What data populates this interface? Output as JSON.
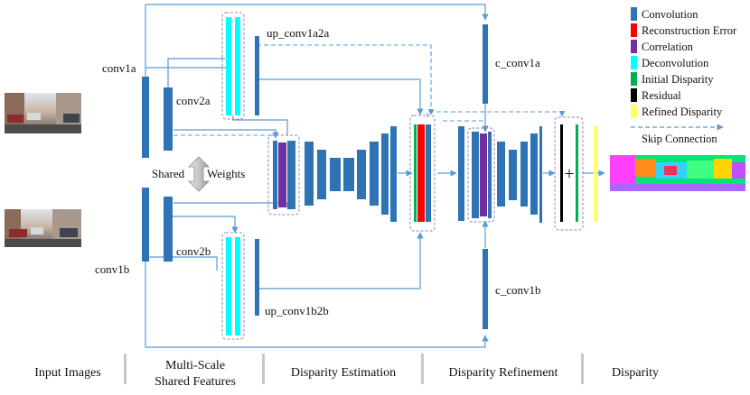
{
  "colors": {
    "convolution": "#2e74b5",
    "reconstruction_error": "#ff0000",
    "correlation": "#7030a0",
    "deconvolution": "#00ffff",
    "initial_disparity": "#00b050",
    "residual": "#000000",
    "refined_disparity": "#ffff66",
    "arrow": "#5b9bd5",
    "dashed_box": "#9a7fc0"
  },
  "labels": {
    "conv1a": "conv1a",
    "conv2a": "conv2a",
    "conv1b": "conv1b",
    "conv2b": "conv2b",
    "up_conv1a2a": "up_conv1a2a",
    "up_conv1b2b": "up_conv1b2b",
    "c_conv1a": "c_conv1a",
    "c_conv1b": "c_conv1b",
    "shared": "Shared",
    "weights": "Weights",
    "plus": "+"
  },
  "legend": {
    "items": [
      {
        "label": "Convolution",
        "color": "#2e74b5",
        "shape": "rect"
      },
      {
        "label": "Reconstruction Error",
        "color": "#ff0000",
        "shape": "rect"
      },
      {
        "label": "Correlation",
        "color": "#7030a0",
        "shape": "rect"
      },
      {
        "label": "Deconvolution",
        "color": "#00ffff",
        "shape": "rect"
      },
      {
        "label": "Initial Disparity",
        "color": "#00b050",
        "shape": "rect"
      },
      {
        "label": "Residual",
        "color": "#000000",
        "shape": "rect"
      },
      {
        "label": "Refined Disparity",
        "color": "#ffff66",
        "shape": "rect"
      }
    ],
    "skip_connection": "Skip Connection"
  },
  "stages": [
    {
      "line1": "Input Images",
      "line2": ""
    },
    {
      "line1": "Multi-Scale",
      "line2": "Shared Features"
    },
    {
      "line1": "Disparity Estimation",
      "line2": ""
    },
    {
      "line1": "Disparity Refinement",
      "line2": ""
    },
    {
      "line1": "Disparity",
      "line2": ""
    }
  ]
}
